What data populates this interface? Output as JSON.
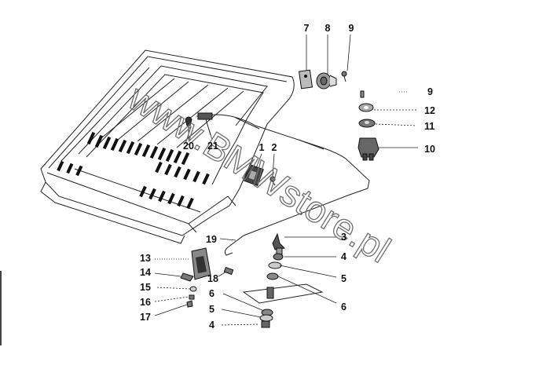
{
  "watermark": "www.BMWstore.pl",
  "labels": [
    {
      "id": "l7",
      "text": "7"
    },
    {
      "id": "l8",
      "text": "8"
    },
    {
      "id": "l9a",
      "text": "9"
    },
    {
      "id": "l9b",
      "text": "9"
    },
    {
      "id": "l12",
      "text": "12"
    },
    {
      "id": "l11",
      "text": "11"
    },
    {
      "id": "l10",
      "text": "10"
    },
    {
      "id": "l1",
      "text": "1"
    },
    {
      "id": "l2",
      "text": "2"
    },
    {
      "id": "l20",
      "text": "20"
    },
    {
      "id": "l21",
      "text": "21"
    },
    {
      "id": "l19",
      "text": "19"
    },
    {
      "id": "l3",
      "text": "3"
    },
    {
      "id": "l4a",
      "text": "4"
    },
    {
      "id": "l5a",
      "text": "5"
    },
    {
      "id": "l6a",
      "text": "6"
    },
    {
      "id": "l13",
      "text": "13"
    },
    {
      "id": "l14",
      "text": "14"
    },
    {
      "id": "l15",
      "text": "15"
    },
    {
      "id": "l16",
      "text": "16"
    },
    {
      "id": "l17",
      "text": "17"
    },
    {
      "id": "l18",
      "text": "18"
    },
    {
      "id": "l6b",
      "text": "6"
    },
    {
      "id": "l5b",
      "text": "5"
    },
    {
      "id": "l4b",
      "text": "4"
    }
  ]
}
